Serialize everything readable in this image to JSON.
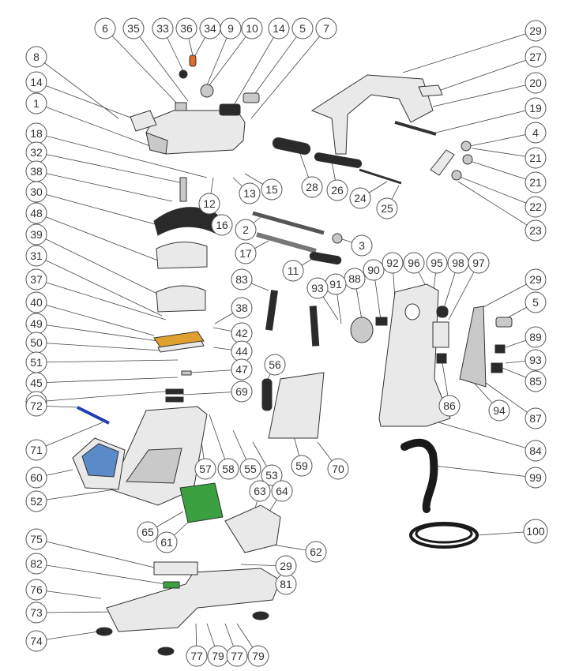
{
  "diagram": {
    "callout_labels": [
      "1",
      "3",
      "4",
      "5",
      "6",
      "7",
      "8",
      "9",
      "10",
      "11",
      "12",
      "13",
      "14",
      "15",
      "16",
      "17",
      "18",
      "19",
      "20",
      "21",
      "22",
      "23",
      "24",
      "25",
      "26",
      "27",
      "28",
      "29",
      "30",
      "31",
      "32",
      "33",
      "34",
      "35",
      "36",
      "37",
      "38",
      "39",
      "40",
      "42",
      "44",
      "45",
      "46",
      "47",
      "48",
      "49",
      "50",
      "51",
      "52",
      "53",
      "55",
      "56",
      "57",
      "58",
      "59",
      "60",
      "61",
      "62",
      "63",
      "64",
      "65",
      "69",
      "70",
      "71",
      "72",
      "73",
      "74",
      "75",
      "76",
      "77",
      "79",
      "81",
      "82",
      "83",
      "84",
      "85",
      "86",
      "87",
      "88",
      "89",
      "90",
      "91",
      "92",
      "93",
      "94",
      "95",
      "96",
      "97",
      "98",
      "99",
      "100",
      "2"
    ],
    "part_colors": {
      "body_light": "#e9e9e9",
      "body_mid": "#c9c9c9",
      "rubber_black": "#2a2a2a",
      "pad_orange": "#e0a030",
      "pcb_green": "#3aa040",
      "screen_blue": "#5a8ac8",
      "cap_orange": "#e06a2a",
      "pen_blue": "#2040b0"
    }
  }
}
